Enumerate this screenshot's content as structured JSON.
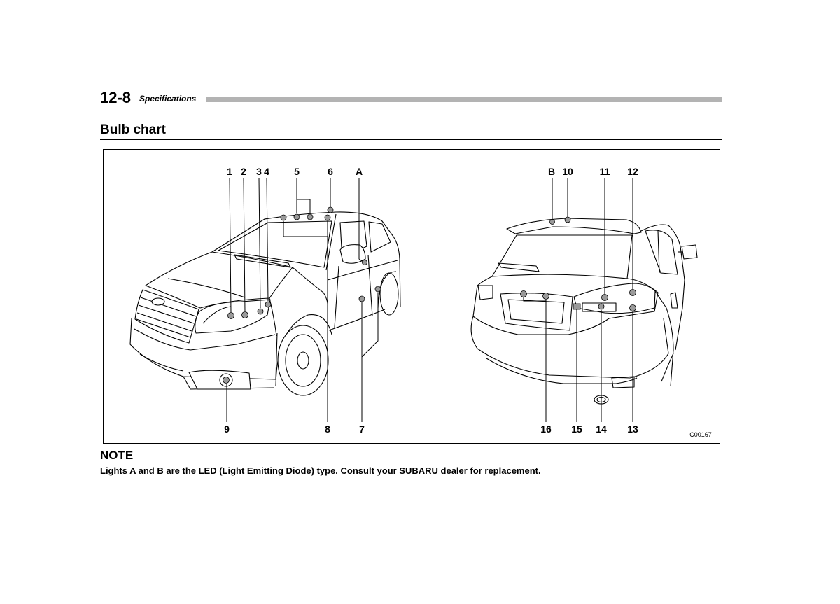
{
  "header": {
    "page_number": "12-8",
    "section_title": "Specifications"
  },
  "section_heading": "Bulb chart",
  "figure": {
    "front_view": {
      "top_callouts": [
        "1",
        "2",
        "3",
        "4",
        "5",
        "6",
        "A"
      ],
      "bottom_callouts": [
        "9",
        "8",
        "7"
      ]
    },
    "rear_view": {
      "top_callouts": [
        "B",
        "10",
        "11",
        "12"
      ],
      "bottom_callouts": [
        "16",
        "15",
        "14",
        "13"
      ]
    },
    "image_code": "C00167"
  },
  "note": {
    "heading": "NOTE",
    "body": "Lights A and B are the LED (Light Emitting Diode) type. Consult your SUBARU dealer for replacement."
  },
  "colors": {
    "text": "#000000",
    "header_bar": "#b3b3b3"
  }
}
